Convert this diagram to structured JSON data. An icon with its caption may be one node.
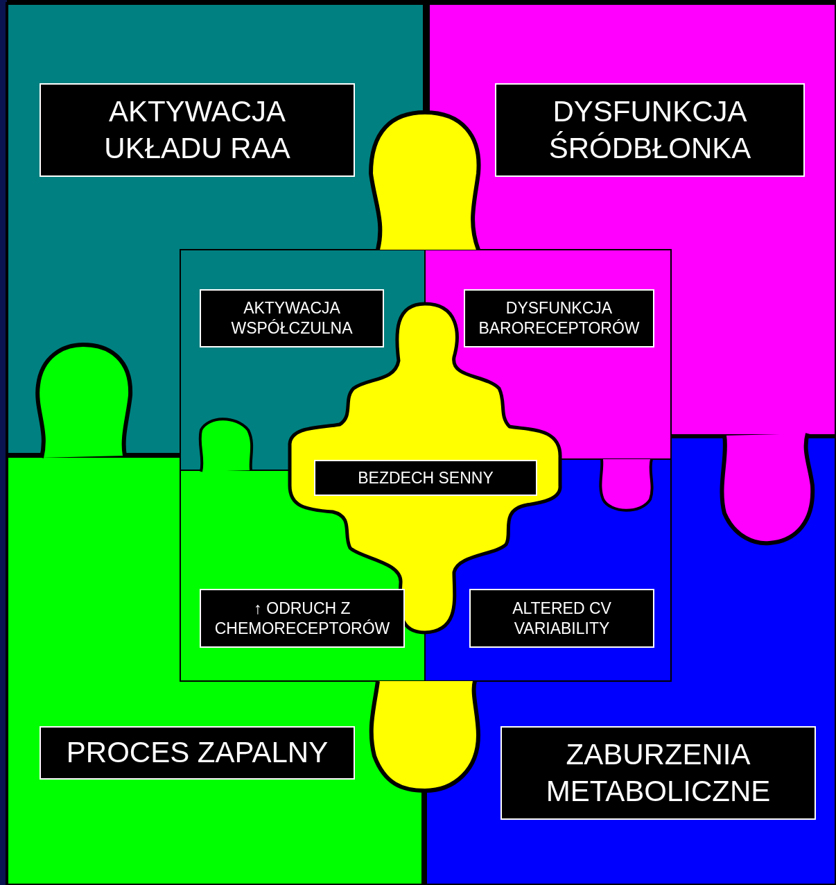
{
  "diagram": {
    "nodes": [
      {
        "text": [
          "AKTYWACJA UKŁADU RAA"
        ]
      },
      {
        "text": [
          "DYSFUNKCJA ŚRÓDBŁONKA"
        ]
      },
      {
        "text": [
          "AKTYWACJA WSPÓŁCZULNA"
        ]
      },
      {
        "text": [
          "DYSFUNKCJA BARORECEPTORÓW"
        ]
      },
      {
        "text": [
          "BEZDECH SENNY"
        ]
      },
      {
        "text": [
          "↑ ODRUCH Z CHEMORECEPTORÓW"
        ]
      },
      {
        "text": [
          "ALTERED CV VARIABILITY"
        ]
      },
      {
        "text": [
          "PROCES ZAPALNY"
        ]
      },
      {
        "text": [
          "ZABURZENIA METABOLICZNE"
        ]
      }
    ]
  }
}
